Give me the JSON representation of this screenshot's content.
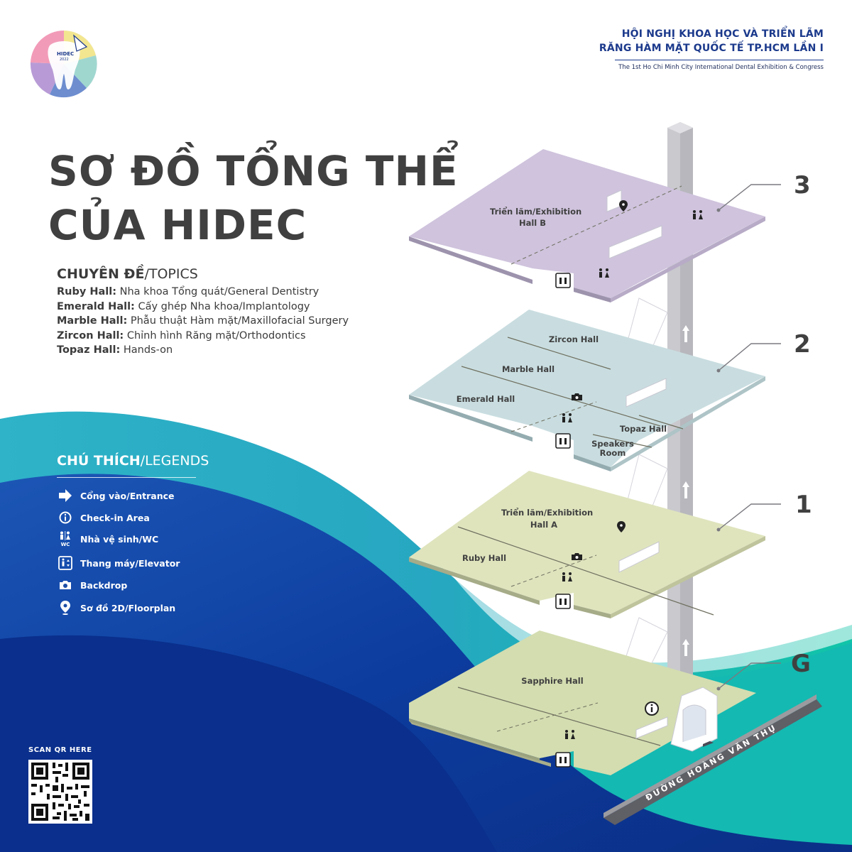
{
  "header": {
    "line1": "HỘI NGHỊ KHOA HỌC VÀ TRIỂN LÃM",
    "line2": "RĂNG HÀM MẶT QUỐC TẾ TP.HCM LẦN I",
    "subtitle": "The 1st Ho Chi Minh City International Dental Exhibition & Congress"
  },
  "logo": {
    "name": "HIDEC",
    "year": "2022"
  },
  "title": {
    "line1": "SƠ ĐỒ TỔNG THỂ",
    "line2": "CỦA HIDEC"
  },
  "topics": {
    "heading_bold": "CHUYÊN ĐỀ",
    "heading_rest": "/TOPICS",
    "items": [
      {
        "hall": "Ruby Hall:",
        "desc": "Nha khoa Tổng quát/General Dentistry"
      },
      {
        "hall": "Emerald Hall:",
        "desc": "Cấy ghép Nha khoa/Implantology"
      },
      {
        "hall": "Marble Hall:",
        "desc": "Phẫu thuật Hàm mặt/Maxillofacial Surgery"
      },
      {
        "hall": "Zircon Hall:",
        "desc": "Chỉnh hình Răng mặt/Orthodontics"
      },
      {
        "hall": "Topaz Hall:",
        "desc": "Hands-on"
      }
    ]
  },
  "legends": {
    "heading_bold": "CHÚ THÍCH",
    "heading_rest": "/LEGENDS",
    "items": [
      {
        "icon": "arrow-right-icon",
        "label": "Cổng vào/Entrance"
      },
      {
        "icon": "info-icon",
        "label": "Check-in Area"
      },
      {
        "icon": "wc-icon",
        "label": "Nhà vệ sinh/WC",
        "icon_text": "WC"
      },
      {
        "icon": "elevator-icon",
        "label": "Thang máy/Elevator"
      },
      {
        "icon": "camera-icon",
        "label": "Backdrop"
      },
      {
        "icon": "map-pin-icon",
        "label": "Sơ đồ 2D/Floorplan"
      }
    ]
  },
  "qr": {
    "label": "SCAN QR HERE"
  },
  "floors": {
    "f3": {
      "level": "3",
      "halls": [
        "Triển lãm/Exhibition",
        "Hall B"
      ]
    },
    "f2": {
      "level": "2",
      "halls": [
        "Zircon Hall",
        "Marble Hall",
        "Emerald Hall",
        "Topaz Hall",
        "Speakers",
        "Room"
      ]
    },
    "f1": {
      "level": "1",
      "halls": [
        "Triển lãm/Exhibition",
        "Hall A",
        "Ruby Hall"
      ]
    },
    "g": {
      "level": "G",
      "halls": [
        "Sapphire Hall"
      ]
    }
  },
  "street": {
    "name": "ĐƯỜNG HOÀNG VĂN THỤ"
  },
  "colors": {
    "floor3": "#cfc3dd",
    "floor2": "#c9dde0",
    "floor1": "#dfe4bd",
    "floorG": "#d3ddb0",
    "navy": "#0e3a9c",
    "teal": "#0fc2aa",
    "text": "#404040"
  }
}
